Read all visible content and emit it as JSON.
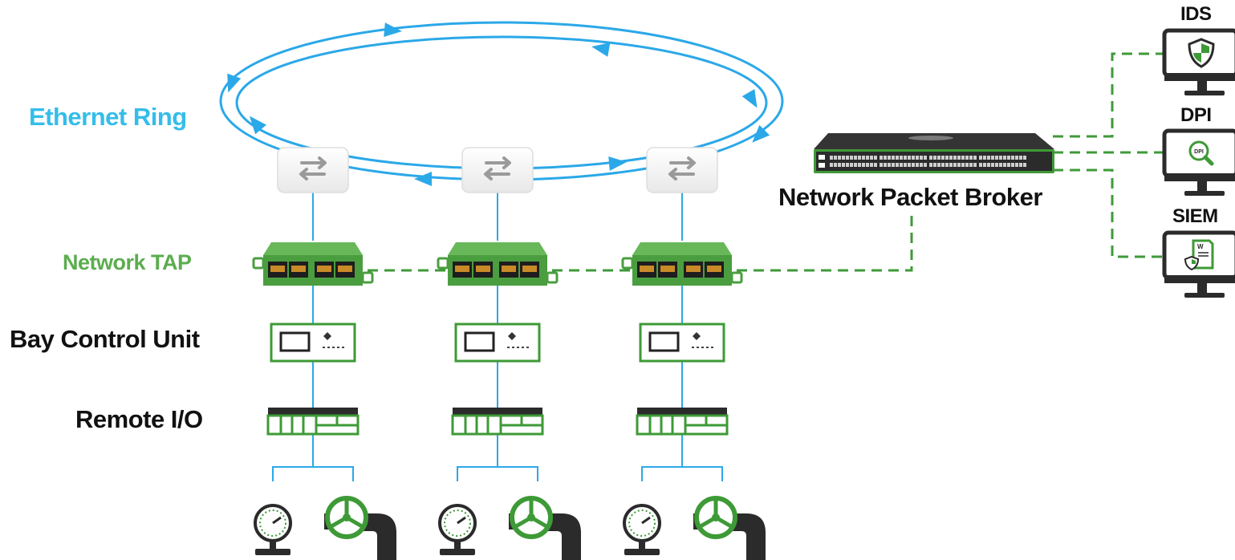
{
  "labels": {
    "ethernet_ring": "Ethernet Ring",
    "network_tap": "Network TAP",
    "bay_control_unit": "Bay Control Unit",
    "remote_io": "Remote I/O",
    "network_packet_broker": "Network Packet Broker"
  },
  "tools": [
    {
      "label": "IDS",
      "icon": "shield-icon",
      "screen_text": ""
    },
    {
      "label": "DPI",
      "icon": "magnifier-icon",
      "screen_text": "DPI"
    },
    {
      "label": "SIEM",
      "icon": "document-shield-icon",
      "screen_text": "W"
    }
  ],
  "bays": [
    {
      "switch_icon": "switch-arrows-icon",
      "tap_icon": "network-tap-icon",
      "bcu_icon": "bay-control-unit-icon",
      "rio_icon": "remote-io-icon",
      "field_devices": [
        "pressure-gauge-icon",
        "valve-pipe-icon"
      ]
    },
    {
      "switch_icon": "switch-arrows-icon",
      "tap_icon": "network-tap-icon",
      "bcu_icon": "bay-control-unit-icon",
      "rio_icon": "remote-io-icon",
      "field_devices": [
        "pressure-gauge-icon",
        "valve-pipe-icon"
      ]
    },
    {
      "switch_icon": "switch-arrows-icon",
      "tap_icon": "network-tap-icon",
      "bcu_icon": "bay-control-unit-icon",
      "rio_icon": "remote-io-icon",
      "field_devices": [
        "pressure-gauge-icon",
        "valve-pipe-icon"
      ]
    }
  ],
  "colors": {
    "ring_blue": "#2ba8e8",
    "ring_label": "#35bde9",
    "tap_green": "#4a9e3f",
    "tap_label": "#5cad4f",
    "dash_green": "#3f9a3a",
    "device_green": "#3e9a36",
    "dark": "#2b2b2b",
    "text_dark": "#111111"
  }
}
